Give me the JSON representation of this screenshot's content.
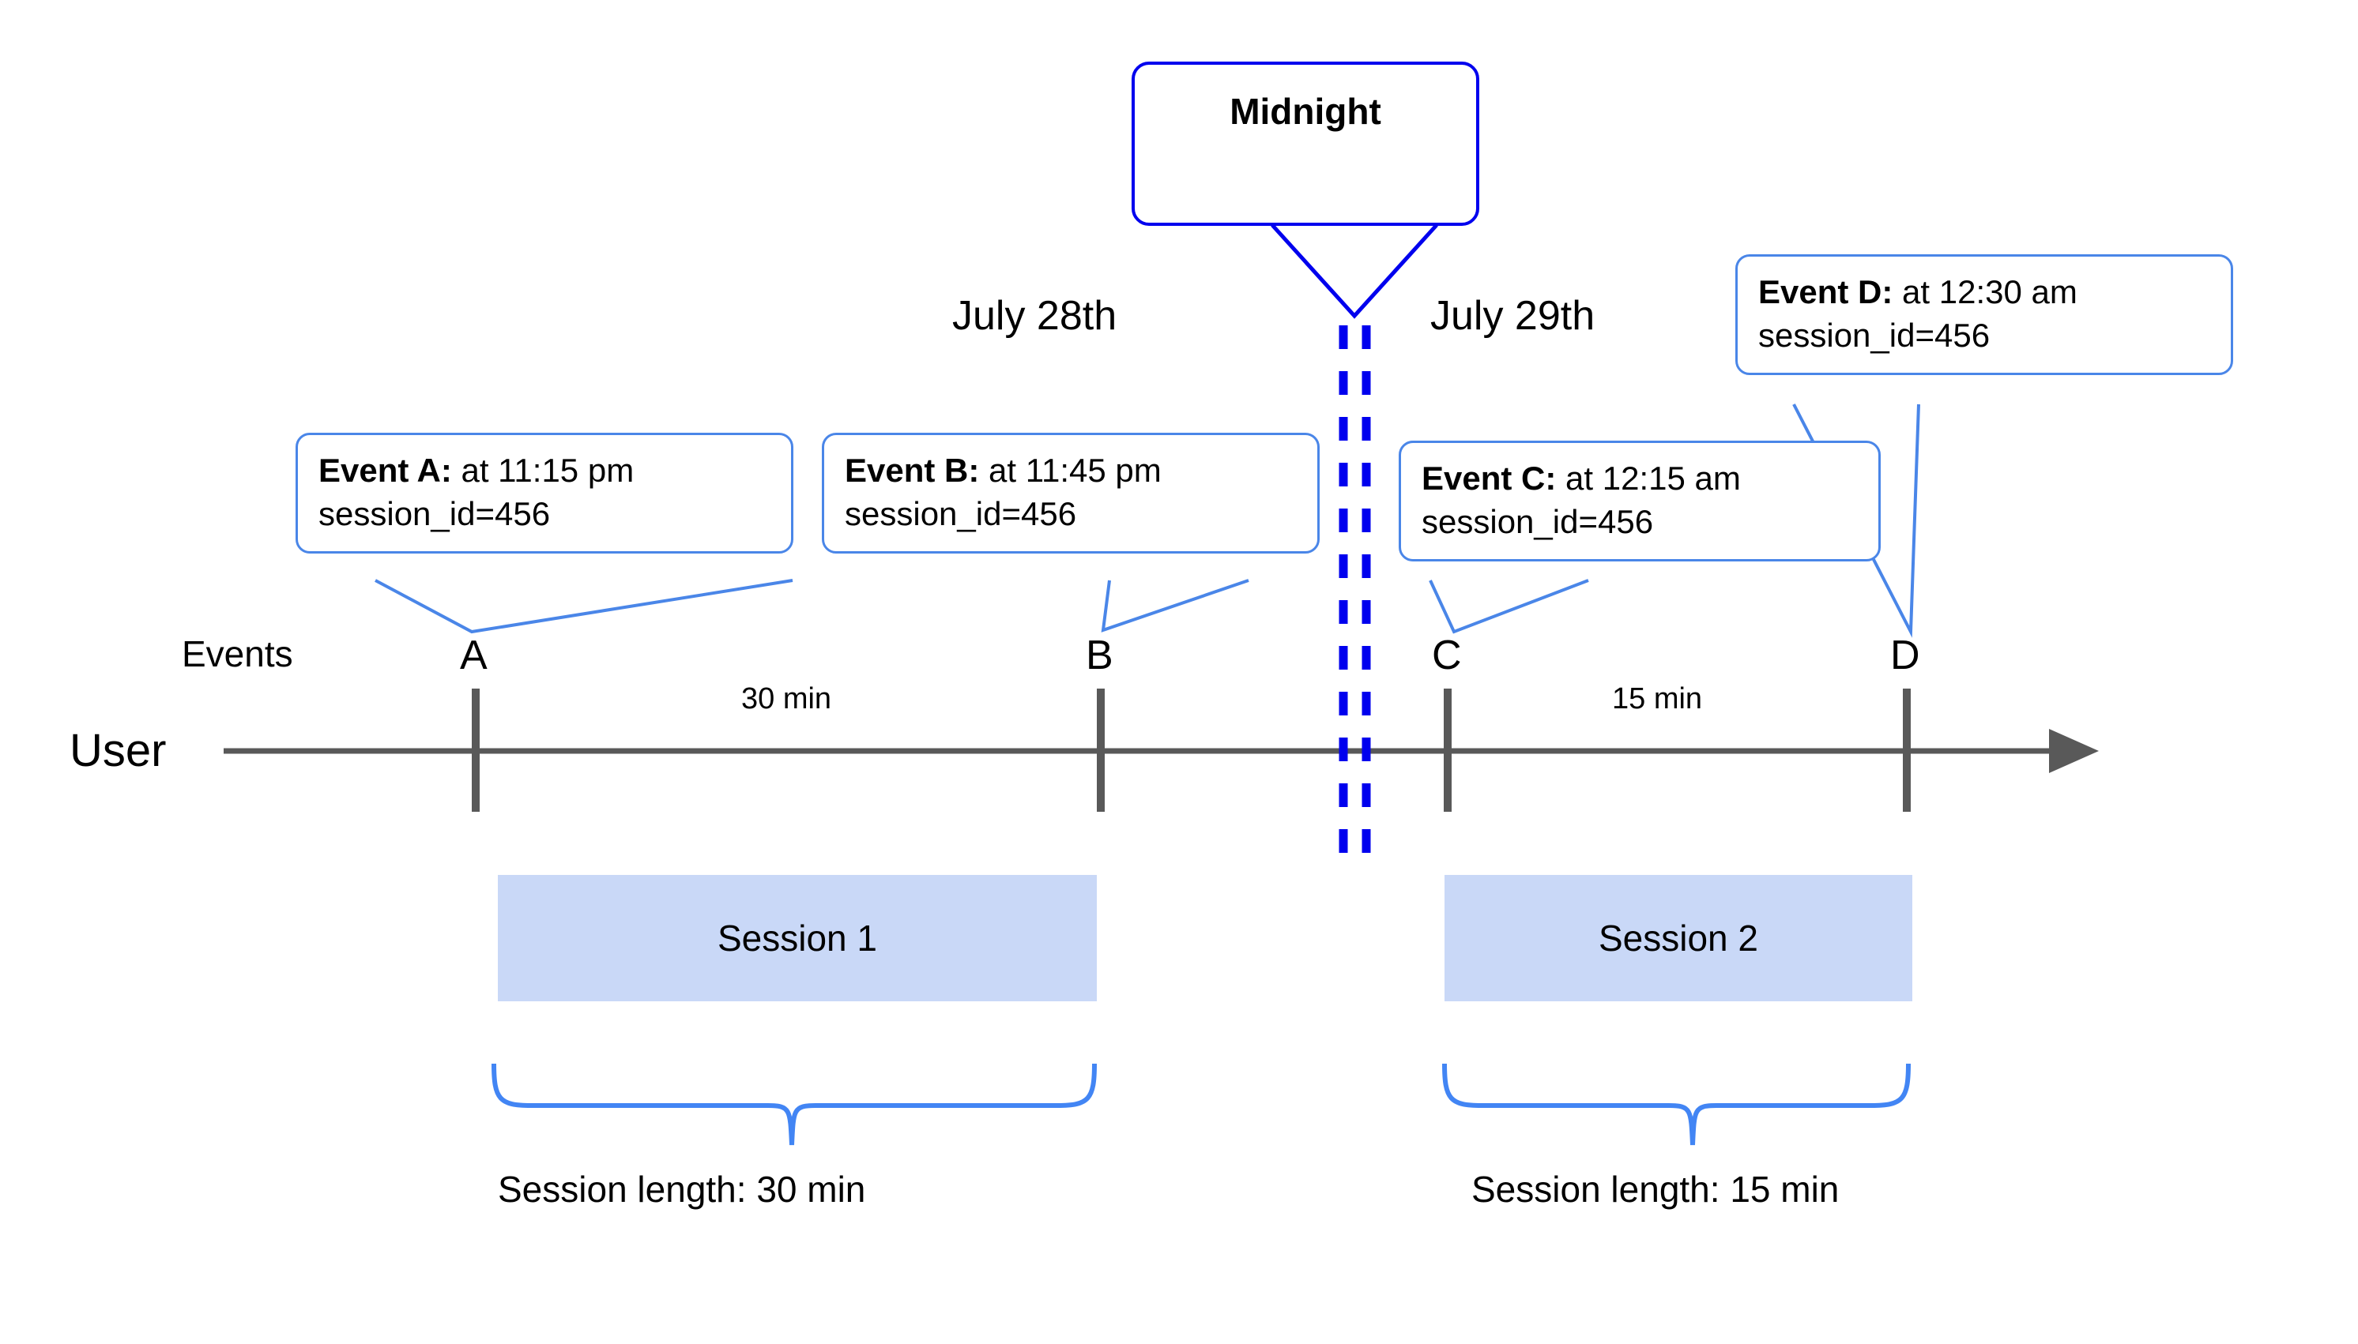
{
  "diagram": {
    "title_callout": {
      "label": "Midnight"
    },
    "dates": [
      {
        "label": "July 28th"
      },
      {
        "label": "July 29th"
      }
    ],
    "row_labels": {
      "events": "Events",
      "user": "User"
    },
    "events": [
      {
        "letter": "A",
        "lead": "Event A:",
        "detail": " at 11:15 pm",
        "line2": "session_id=456"
      },
      {
        "letter": "B",
        "lead": "Event B:",
        "detail": " at 11:45 pm",
        "line2": "session_id=456"
      },
      {
        "letter": "C",
        "lead": "Event C:",
        "detail": " at 12:15 am",
        "line2": "session_id=456"
      },
      {
        "letter": "D",
        "lead": "Event D:",
        "detail": " at 12:30 am",
        "line2": "session_id=456"
      }
    ],
    "gaps": [
      {
        "label": "30 min"
      },
      {
        "label": "15 min"
      }
    ],
    "sessions": [
      {
        "name": "Session 1",
        "length_label": "Session length: 30 min"
      },
      {
        "name": "Session 2",
        "length_label": "Session length: 15 min"
      }
    ],
    "colors": {
      "callout_border": "#4a86e8",
      "midnight_border": "#0000ee",
      "session_fill": "#c9d8f7",
      "axis": "#595959",
      "midnight_dash": "#0000ee",
      "brace": "#4285f4"
    }
  }
}
